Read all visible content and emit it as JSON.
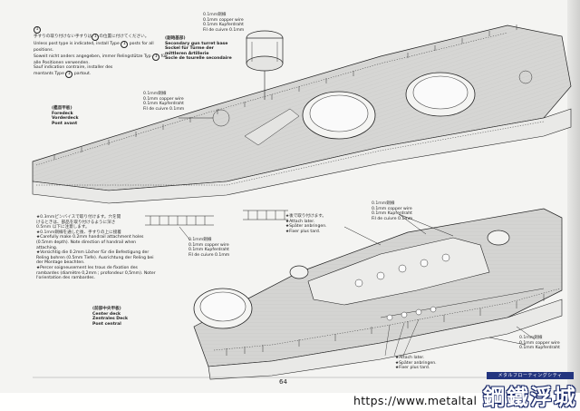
{
  "page": {
    "number": "64"
  },
  "notes": {
    "post_type": {
      "line1_jp": "手すりの取り付けない手すりは",
      "line1_jp_b": "の位置に付けてください。",
      "line2": "Unless post type is indicated, install Type",
      "line2_b": "posts for all",
      "line3": "positions.",
      "line4": "Soweit nicht anders angegeben, immer Relingstütze Typ",
      "line4_b": "für",
      "line5": "alle Positionen verwenden.",
      "line6": "Sauf indication contraire, installer des",
      "line7": "montants Type",
      "line7_b": "partout.",
      "type_number": "1"
    },
    "turret_base": {
      "jp": "(副砲基部)",
      "en": "Secondary gun turret base",
      "de": "Sockel für Türme der",
      "de2": "mittleren Artillerie",
      "fr": "Socle de tourelle secondaire"
    },
    "wire_top": {
      "jp": "0.1mm銅線",
      "en": "0.1mm copper wire",
      "de": "0.1mm Kupferdraht",
      "fr": "Fil de cuivre 0.1mm"
    },
    "wire_mid": {
      "jp": "0.1mm銅線",
      "en": "0.1mm copper wire",
      "de": "0.1mm Kupferdraht",
      "fr": "Fil de cuivre 0.1mm"
    },
    "foredeck": {
      "jp": "(艦首甲板)",
      "en": "Foredeck",
      "de": "Vorderdeck",
      "fr": "Pont avant"
    },
    "wire_lower_left": {
      "jp": "0.1mm銅線",
      "en": "0.1mm copper wire",
      "de": "0.1mm Kupferdraht",
      "fr": "Fil de cuivre 0.1mm"
    },
    "wire_lower_mid": {
      "jp": "0.1mm銅線",
      "en": "0.1mm copper wire",
      "de": "0.1mm Kupferdraht",
      "fr": "Fil de cuivre 0.1mm"
    },
    "attach_later": {
      "jp": "★後で取り付けます。",
      "en": "★Attach later.",
      "de": "★Später anbringen.",
      "fr": "★Fixer plus tard."
    },
    "handrail": {
      "jp1": "★0.3mmピンバイスで取り付けます。穴を開",
      "jp2": "けるときは、部品を取り付けるように深さ",
      "jp3": "0.5mm 以下に注意します。",
      "jp4": "★0.1mm銅線を通した後、手すりの上に接着",
      "en1": "★Carefully make 0.2mm handrail attachment holes",
      "en2": "(0.5mm depth). Note direction of handrail when",
      "en3": "attaching.",
      "de1": "★Vorsichtig die 0.2mm Löcher für die Befestigung der",
      "de2": "Reling bohren (0.5mm Tiefe). Ausrichtung der Reling bei",
      "de3": "der Montage beachten.",
      "fr1": "★Percer soigneusement les trous de fixation des",
      "fr2": "rambardes (diamètre 0,2mm ; profondeur 0,5mm). Noter",
      "fr3": "l'orientation des rambardes."
    },
    "center_deck": {
      "jp": "(前部中央甲板)",
      "en": "Center deck",
      "de": "Zentrales Deck",
      "fr": "Pont central"
    },
    "wire_bottom_right": {
      "jp": "0.1mm銅線",
      "en": "0.1mm copper wire",
      "de": "0.1mm Kupferdraht",
      "fr": "Fil de cuivre 0.1mm"
    },
    "attach_later_bottom": {
      "en": "★Attach later.",
      "de": "★Später anbringen.",
      "fr": "★Fixer plus tard."
    }
  },
  "watermark": {
    "url": "https://www.metaltal",
    "logo_text": "鋼鐵浮城",
    "logo_banner": "メタルフローティングシティ"
  }
}
